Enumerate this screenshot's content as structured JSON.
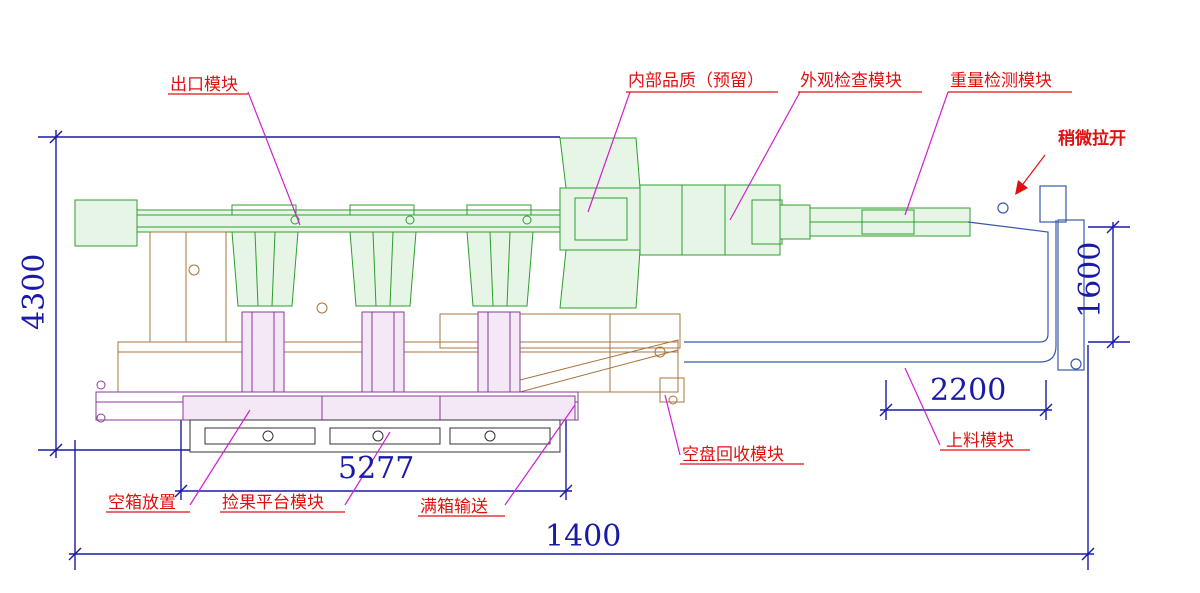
{
  "labels": {
    "outlet_module": "出口模块",
    "internal_quality": "内部品质（预留）",
    "appearance_inspection": "外观检查模块",
    "weight_detection": "重量检测模块",
    "slightly_pull_apart": "稍微拉开",
    "empty_tray_recovery": "空盘回收模块",
    "loading_module": "上料模块",
    "empty_box_placement": "空箱放置",
    "fruit_picking_platform": "捡果平台模块",
    "full_box_conveying": "满箱输送"
  },
  "dimensions": {
    "height_total": "4300",
    "height_loading": "1600",
    "width_loading": "2200",
    "width_platform": "5277",
    "width_total": "1400"
  },
  "colors": {
    "annotation": "#e01010",
    "dimension": "#1a1aa8",
    "leader": "#d020d0",
    "conveyor": "#2e9e2e",
    "frame": "#a8743c",
    "platform": "#8a3a9a",
    "loading_line": "#3a5aa8"
  }
}
